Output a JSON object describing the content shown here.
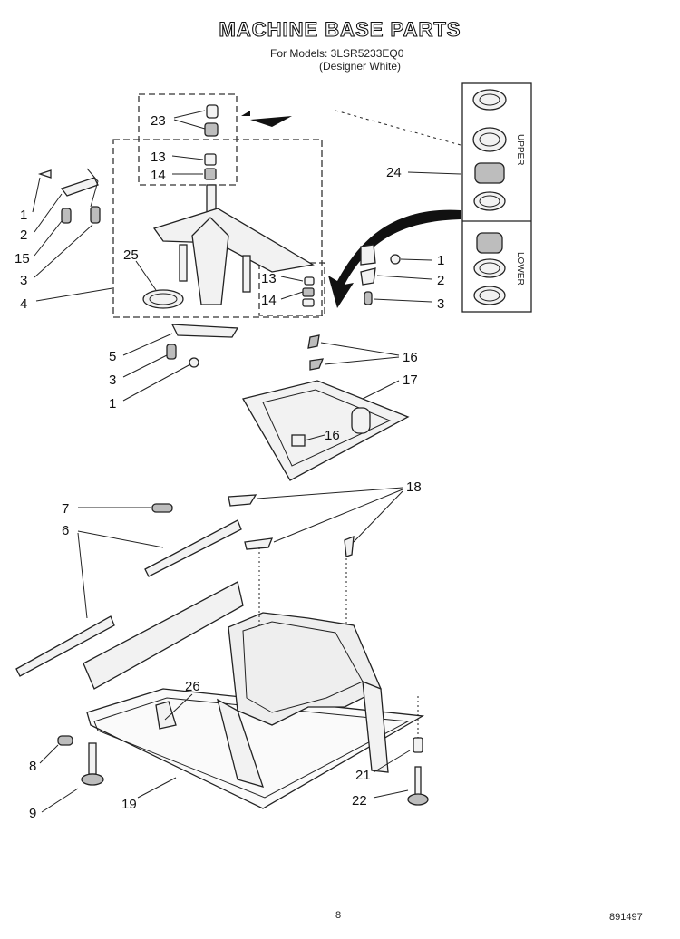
{
  "header": {
    "title": "MACHINE BASE PARTS",
    "models_line": "For Models: 3LSR5233EQ0",
    "designer_line": "(Designer White)"
  },
  "kit": {
    "upper_label": "UPPER",
    "lower_label": "LOWER"
  },
  "callouts": [
    "23",
    "13",
    "14",
    "1",
    "2",
    "15",
    "3",
    "4",
    "25",
    "13",
    "14",
    "1",
    "2",
    "3",
    "24",
    "5",
    "3",
    "1",
    "16",
    "16",
    "17",
    "16",
    "7",
    "6",
    "18",
    "26",
    "8",
    "9",
    "19",
    "21",
    "22"
  ],
  "footer": {
    "page_number": "8",
    "doc_number": "891497"
  }
}
